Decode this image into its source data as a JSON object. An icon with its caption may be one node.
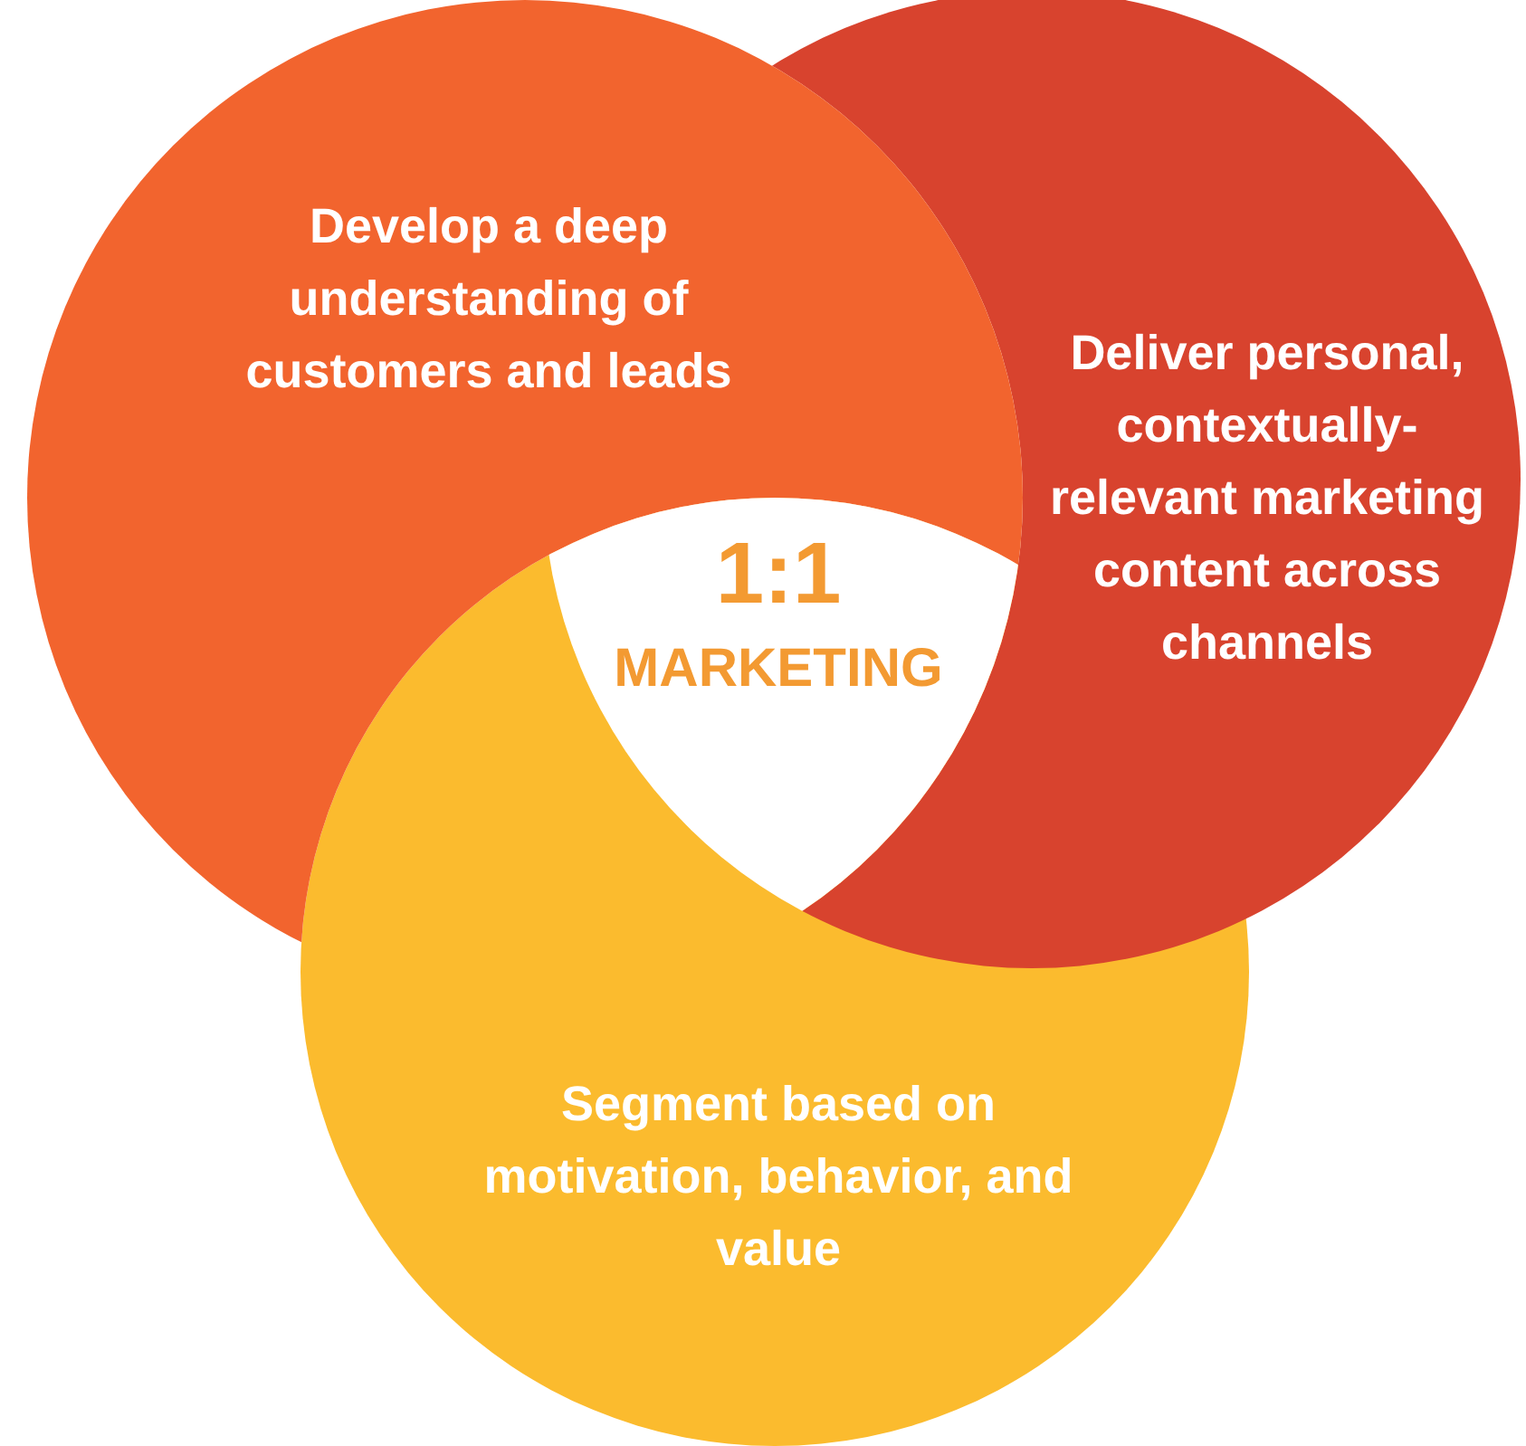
{
  "diagram": {
    "nodes": [
      {
        "text": [
          "Develop a deep understanding of customers and leads"
        ]
      },
      {
        "text": [
          "Deliver personal, contextually-relevant marketing content across channels"
        ]
      },
      {
        "text": [
          "1:1",
          "MARKETING"
        ]
      },
      {
        "text": [
          "Segment based on motivation, behavior, and value"
        ]
      }
    ],
    "edges": []
  }
}
